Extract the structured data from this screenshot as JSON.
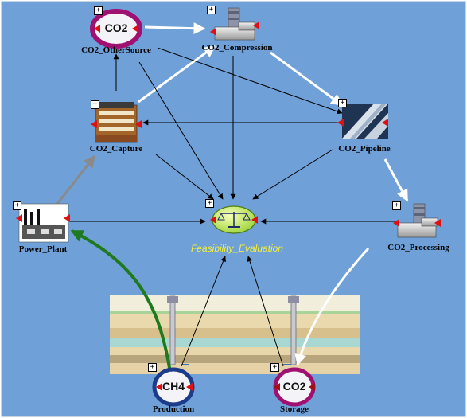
{
  "diagram": {
    "background": "#6fa0d8",
    "nodes": [
      {
        "id": "co2_othersource",
        "label": "CO2_OtherSource",
        "icon": "co2-badge-icon",
        "badge_text": "CO2"
      },
      {
        "id": "co2_compression",
        "label": "CO2_Compression",
        "icon": "compressor-icon"
      },
      {
        "id": "co2_capture",
        "label": "CO2_Capture",
        "icon": "capture-building-icon"
      },
      {
        "id": "co2_pipeline",
        "label": "CO2_Pipeline",
        "icon": "pipeline-icon"
      },
      {
        "id": "power_plant",
        "label": "Power_Plant",
        "icon": "power-plant-icon"
      },
      {
        "id": "feasibility_evaluation",
        "label": "Feasibility_Evaluation",
        "icon": "balance-scale-icon"
      },
      {
        "id": "co2_processing",
        "label": "CO2_Processing",
        "icon": "compressor-icon"
      },
      {
        "id": "production",
        "label": "Production",
        "icon": "ch4-badge-icon",
        "badge_text": "CH4"
      },
      {
        "id": "storage",
        "label": "Storage",
        "icon": "co2-badge-icon",
        "badge_text": "CO2"
      }
    ],
    "expand_glyph": "+",
    "colors": {
      "co2_flow": "#ffffff",
      "power_flow": "#8a8a8a",
      "ch4_flow": "#1f7a1f",
      "influence": "#000000",
      "feasibility_label": "#f4ef3a"
    }
  }
}
